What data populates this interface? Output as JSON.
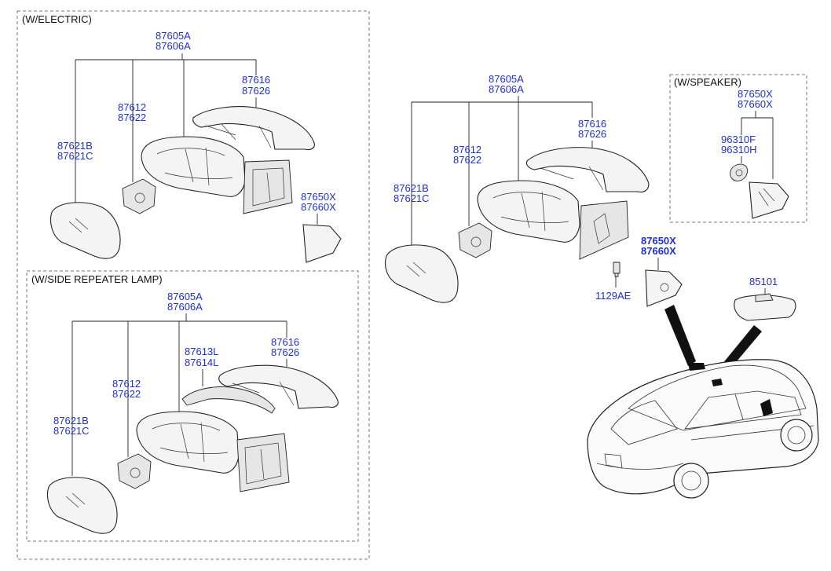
{
  "sections": {
    "electric": "(W/ELECTRIC)",
    "repeater": "(W/SIDE REPEATER LAMP)",
    "speaker": "(W/SPEAKER)"
  },
  "labels": {
    "e_assy": [
      "87605A",
      "87606A"
    ],
    "e_cover": [
      "87616",
      "87626"
    ],
    "e_actuator": [
      "87612",
      "87622"
    ],
    "e_glass": [
      "87621B",
      "87621C"
    ],
    "e_inner": [
      "87650X",
      "87660X"
    ],
    "r_assy": [
      "87605A",
      "87606A"
    ],
    "r_lamp": [
      "87613L",
      "87614L"
    ],
    "r_cover": [
      "87616",
      "87626"
    ],
    "r_actuator": [
      "87612",
      "87622"
    ],
    "r_glass": [
      "87621B",
      "87621C"
    ],
    "m_assy": [
      "87605A",
      "87606A"
    ],
    "m_cover": [
      "87616",
      "87626"
    ],
    "m_actuator": [
      "87612",
      "87622"
    ],
    "m_glass": [
      "87621B",
      "87621C"
    ],
    "m_inner": [
      "87650X",
      "87660X"
    ],
    "m_screw": "1129AE",
    "s_inner": [
      "87650X",
      "87660X"
    ],
    "s_speaker": [
      "96310F",
      "96310H"
    ],
    "inside_mirror": "85101"
  }
}
